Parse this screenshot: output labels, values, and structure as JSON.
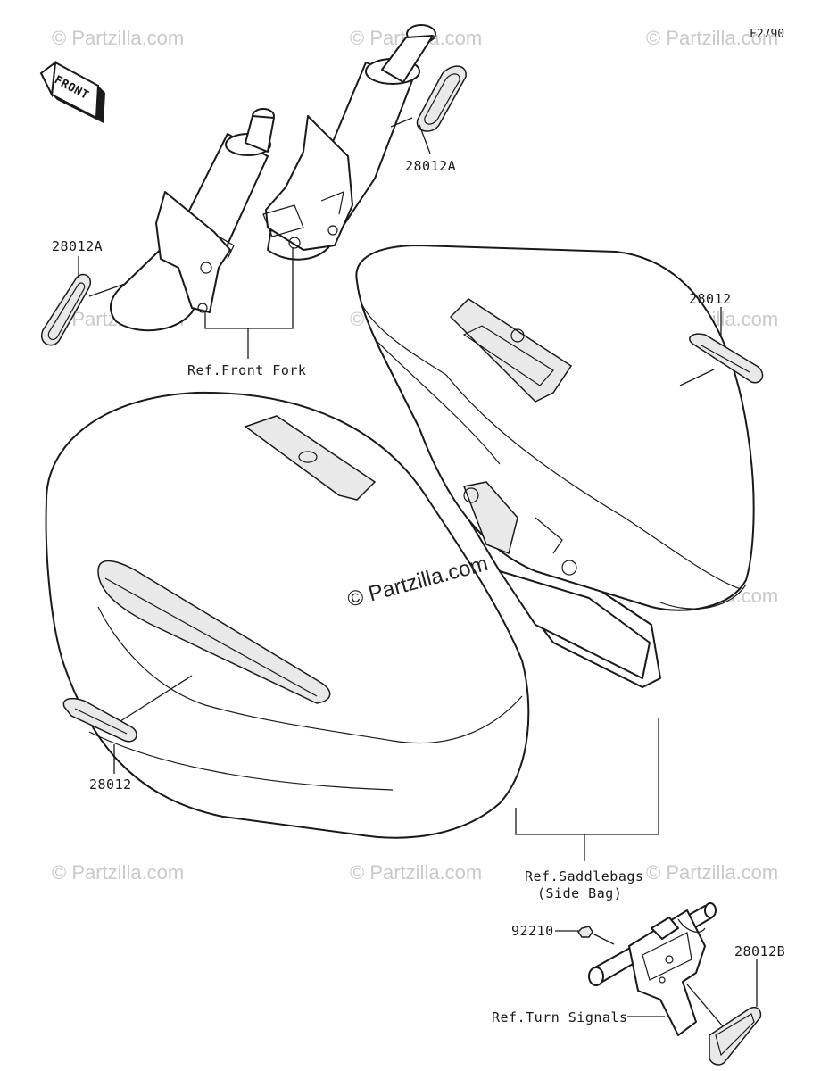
{
  "figure_id": "F2790",
  "front_arrow_label": "FRONT",
  "watermark": "© Partzilla.com",
  "center_watermark": "© Partzilla.com",
  "callouts": {
    "reflector_a_upper": "28012A",
    "reflector_a_left": "28012A",
    "reflector_right": "28012",
    "reflector_left": "28012",
    "nut": "92210",
    "reflector_b": "28012B"
  },
  "references": {
    "front_fork": "Ref.Front Fork",
    "saddlebags_line1": "Ref.Saddlebags",
    "saddlebags_line2": "(Side Bag)",
    "turn_signals": "Ref.Turn Signals"
  }
}
